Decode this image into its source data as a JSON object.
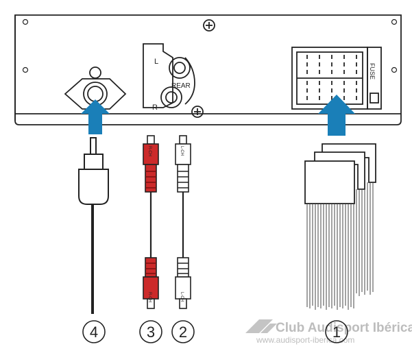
{
  "unit": {
    "rca_left": "L",
    "rca_rear": "REAR",
    "rca_right": "R",
    "fuse": "FUSE"
  },
  "callouts": {
    "one": "1",
    "two": "2",
    "three": "3",
    "four": "4"
  },
  "plug_labels": {
    "red_top": "R-CH",
    "white_top": "L-CH",
    "red_bottom": "R-CH",
    "white_bottom": "L-CH"
  },
  "colors": {
    "arrow": "#1a7fb8",
    "red_plug": "#cc2a2a",
    "outline": "#222222",
    "white_plug": "#ffffff"
  },
  "watermark": {
    "line1": "Club Audisport Ibérica",
    "line2": "www.audisport-iberica.com"
  }
}
